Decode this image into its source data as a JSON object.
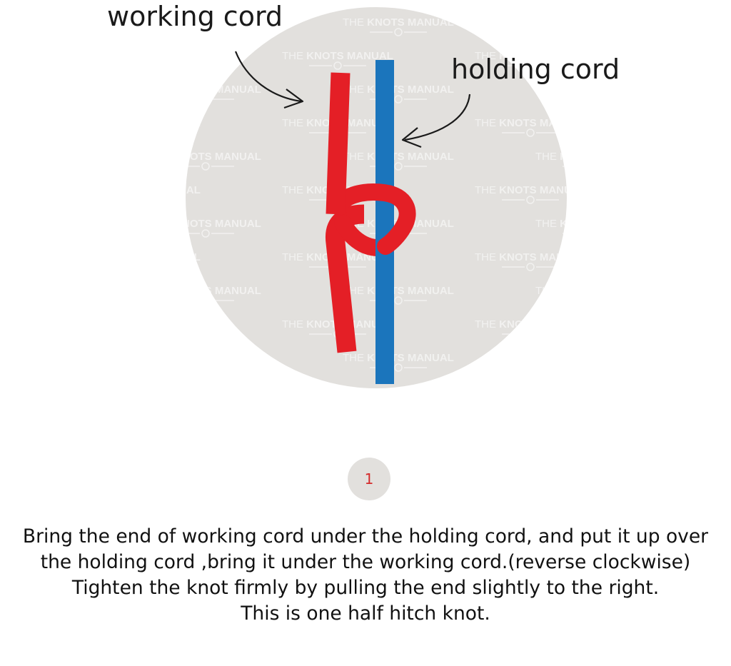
{
  "labels": {
    "working_cord": "working cord",
    "holding_cord": "holding cord"
  },
  "watermark": {
    "text_prefix": "THE",
    "text_main": "KNOTS MANUAL"
  },
  "step": {
    "number": "1"
  },
  "instructions": [
    "Bring the end of working cord under the holding cord, and put it up over",
    "the holding cord ,bring it under the working cord.(reverse clockwise)",
    "Tighten the knot firmly by pulling the end slightly to the right.",
    "This is one half hitch knot."
  ],
  "colors": {
    "working_cord": "#e41f26",
    "holding_cord": "#1b75bc",
    "circle_background": "#e2e0dd",
    "step_number": "#d42a2a"
  }
}
